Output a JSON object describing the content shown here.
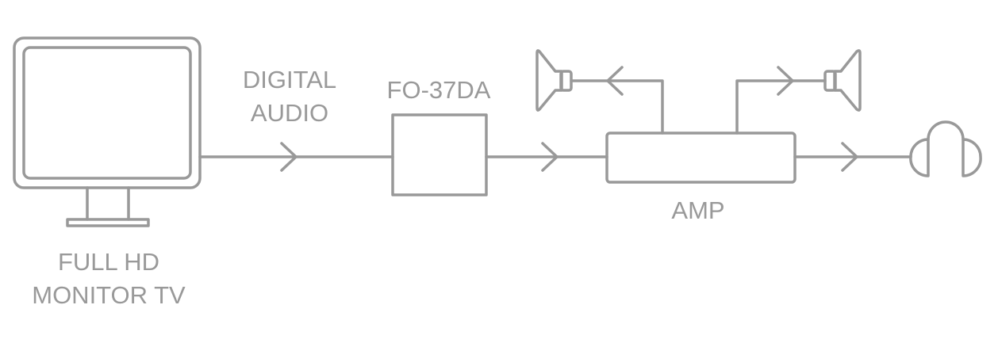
{
  "labels": {
    "signal_line1": "DIGITAL",
    "signal_line2": "AUDIO",
    "converter": "FO-37DA",
    "amp": "AMP",
    "monitor_line1": "FULL HD",
    "monitor_line2": "MONITOR TV"
  },
  "colors": {
    "stroke": "#999999",
    "text": "#999999"
  }
}
